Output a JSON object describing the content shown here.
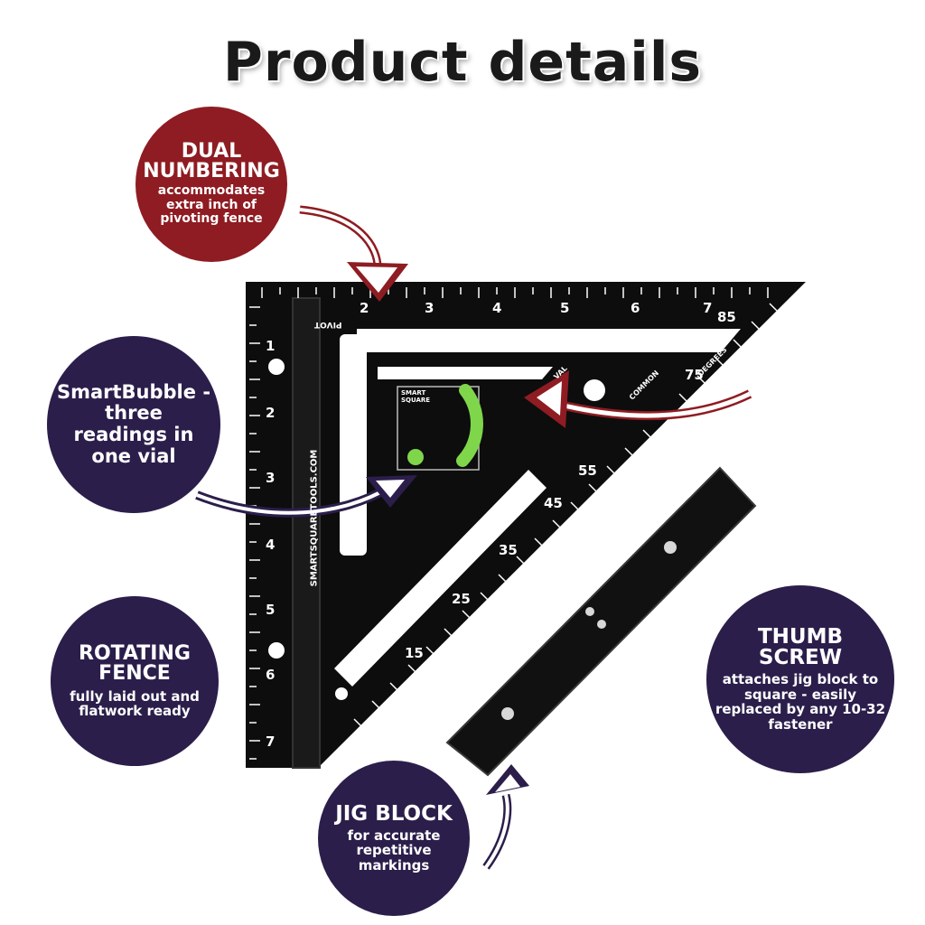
{
  "title": "Product details",
  "callouts": {
    "dual_numbering": {
      "heading": "DUAL NUMBERING",
      "text": "accommodates extra inch of pivoting fence"
    },
    "smartbubble": {
      "heading": "SmartBubble - three readings in one vial"
    },
    "rotating_fence": {
      "heading": "ROTATING FENCE",
      "text": "fully laid out and flatwork ready"
    },
    "thumb_screw": {
      "heading": "THUMB SCREW",
      "text": "attaches jig block to square - easily replaced by any 10-32 fastener"
    },
    "jig_block": {
      "heading": "JIG BLOCK",
      "text": "for accurate repetitive markings"
    }
  },
  "square_marks": {
    "brand": "SMARTSQUARETOOLS.COM",
    "logo": "SMART SQUARE",
    "pivot": "PIVOT",
    "degrees": "DEGREES",
    "common": "COMMON",
    "val": "VAL"
  },
  "colors": {
    "accent_red": "#8e1c22",
    "accent_purple": "#2b1e4b",
    "tool_black": "#0d0d0d",
    "bubble_green": "#7fd64a"
  }
}
